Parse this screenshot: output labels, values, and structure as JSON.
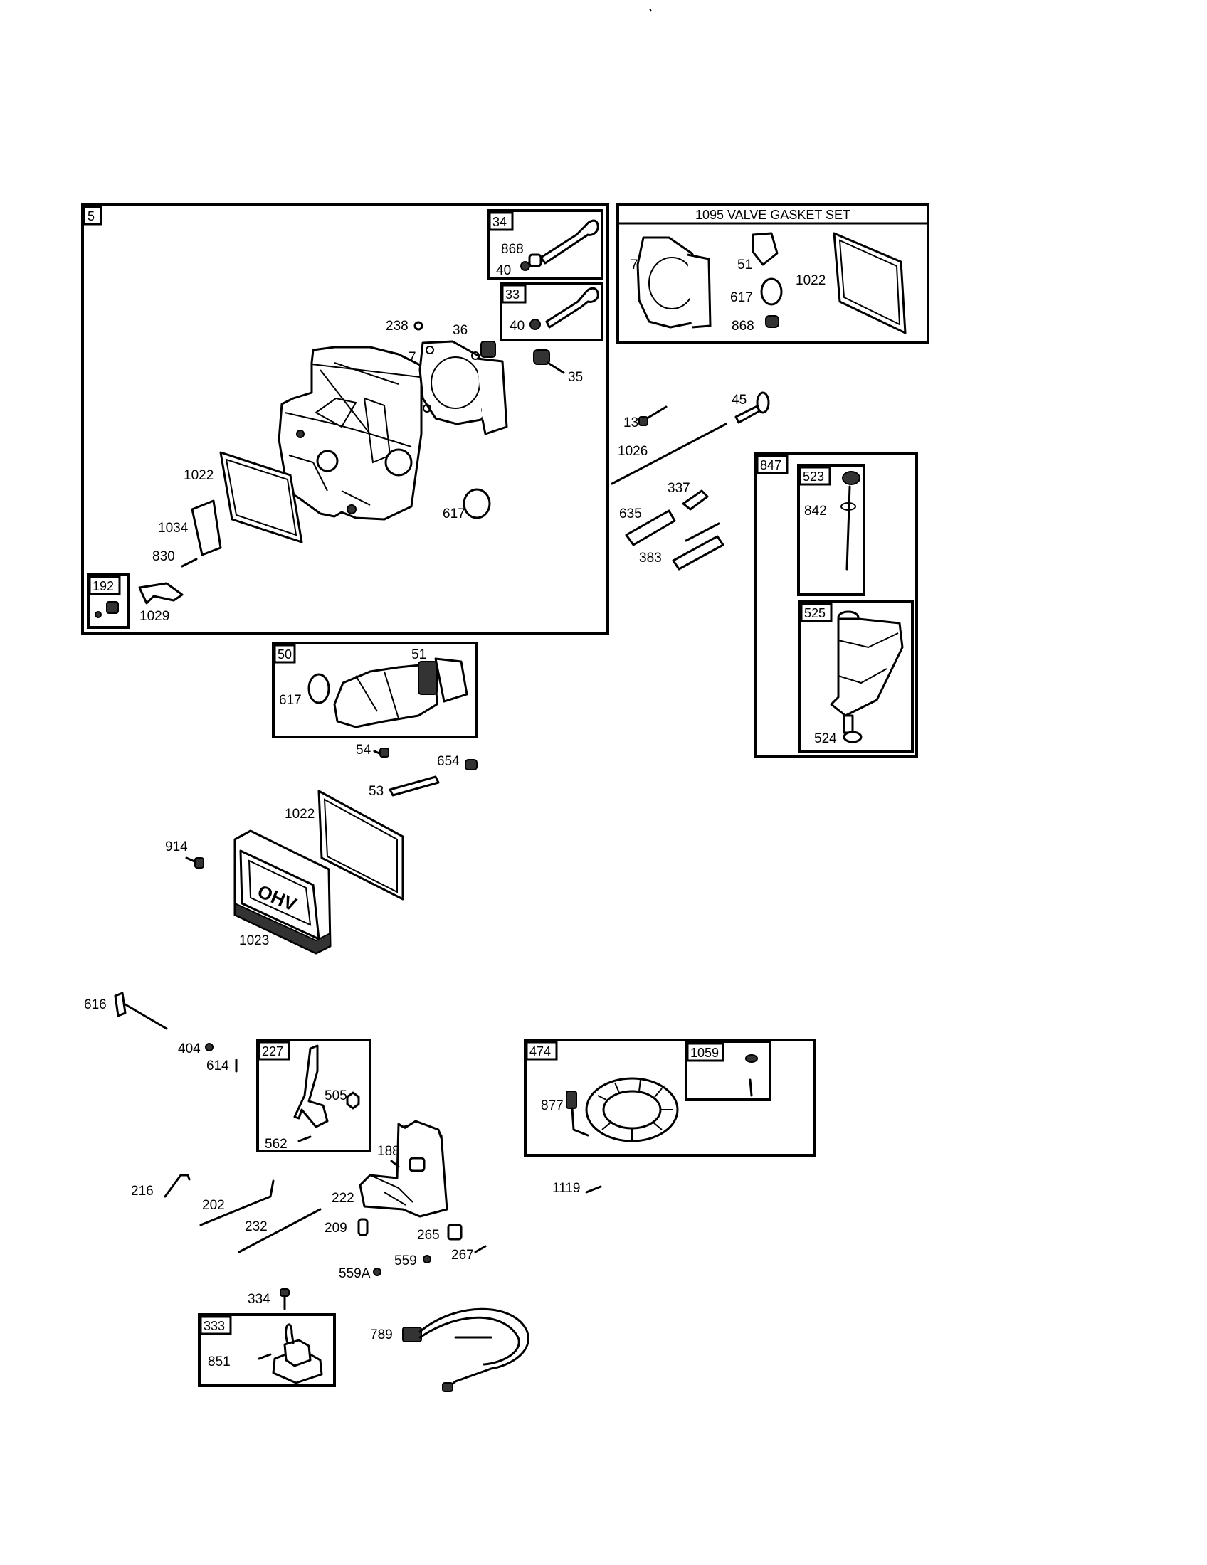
{
  "groups": {
    "cylinder_head": "5",
    "valve_exhaust": "34",
    "valve_intake": "33",
    "breather_sub": "192",
    "valve_gasket_set_title": "1095 VALVE GASKET SET",
    "intake_manifold": "50",
    "dipstick_tube": "847",
    "dipstick": "523",
    "tube": "525",
    "governor": "227",
    "alternator": "474",
    "alt_sub": "1059",
    "ignition": "333"
  },
  "labels": {
    "l868a": "868",
    "l40a": "40",
    "l40b": "40",
    "l238": "238",
    "l36": "36",
    "l7a": "7",
    "l35": "35",
    "l1022a": "1022",
    "l617a": "617",
    "l1034": "1034",
    "l830": "830",
    "l1029": "1029",
    "l7b": "7",
    "l51a": "51",
    "l617b": "617",
    "l868b": "868",
    "l1022b": "1022",
    "l13": "13",
    "l45": "45",
    "l1026": "1026",
    "l337": "337",
    "l635": "635",
    "l383": "383",
    "l842": "842",
    "l524": "524",
    "l51b": "51",
    "l617c": "617",
    "l54": "54",
    "l654": "654",
    "l53": "53",
    "l1022c": "1022",
    "l914": "914",
    "l1023": "1023",
    "l616": "616",
    "l404": "404",
    "l614": "614",
    "l505": "505",
    "l562": "562",
    "l188": "188",
    "l216": "216",
    "l202": "202",
    "l222": "222",
    "l232": "232",
    "l209": "209",
    "l265": "265",
    "l559": "559",
    "l267": "267",
    "l559a": "559A",
    "l877": "877",
    "l1119": "1119",
    "l334": "334",
    "l851": "851",
    "l789": "789"
  },
  "cover_text": "OHV"
}
